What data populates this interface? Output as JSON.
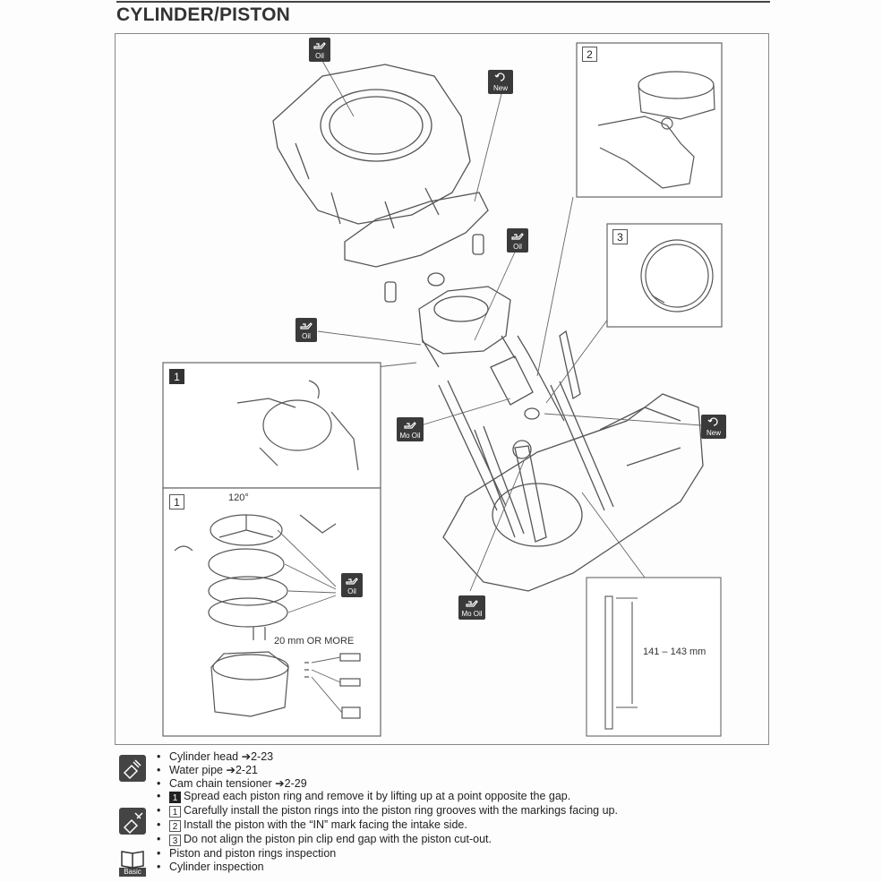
{
  "page": {
    "title": "CYLINDER/PISTON"
  },
  "icons": {
    "oil": "Oil",
    "new": "New",
    "mo_oil": "Mo Oil",
    "basic": "Basic"
  },
  "panels": {
    "p1_top": "1",
    "p1_bottom": "1",
    "p2": "2",
    "p3": "3"
  },
  "labels": {
    "angle": "120°",
    "gap": "20 mm OR MORE",
    "bolt_length": "141 – 143 mm"
  },
  "notes": {
    "references": [
      {
        "text": "Cylinder head",
        "ref": "2-23"
      },
      {
        "text": "Water pipe",
        "ref": "2-21"
      },
      {
        "text": "Cam chain tensioner",
        "ref": "2-29"
      }
    ],
    "steps": [
      {
        "tag": "1",
        "dark": true,
        "text": "Spread each piston ring and remove it by lifting up at a point opposite the gap."
      },
      {
        "tag": "1",
        "dark": false,
        "text": "Carefully install the piston rings into the piston ring grooves with the markings facing up."
      },
      {
        "tag": "2",
        "dark": false,
        "text": "Install the piston with the “IN” mark facing the intake side."
      },
      {
        "tag": "3",
        "dark": false,
        "text": "Do not align the piston pin clip end gap with the piston cut-out."
      }
    ],
    "basic": [
      "Piston and piston rings inspection",
      "Cylinder inspection"
    ]
  },
  "icon_names": [
    "removal-icon",
    "installation-icon",
    "basic-book-icon",
    "oil-can-icon",
    "new-part-icon"
  ]
}
